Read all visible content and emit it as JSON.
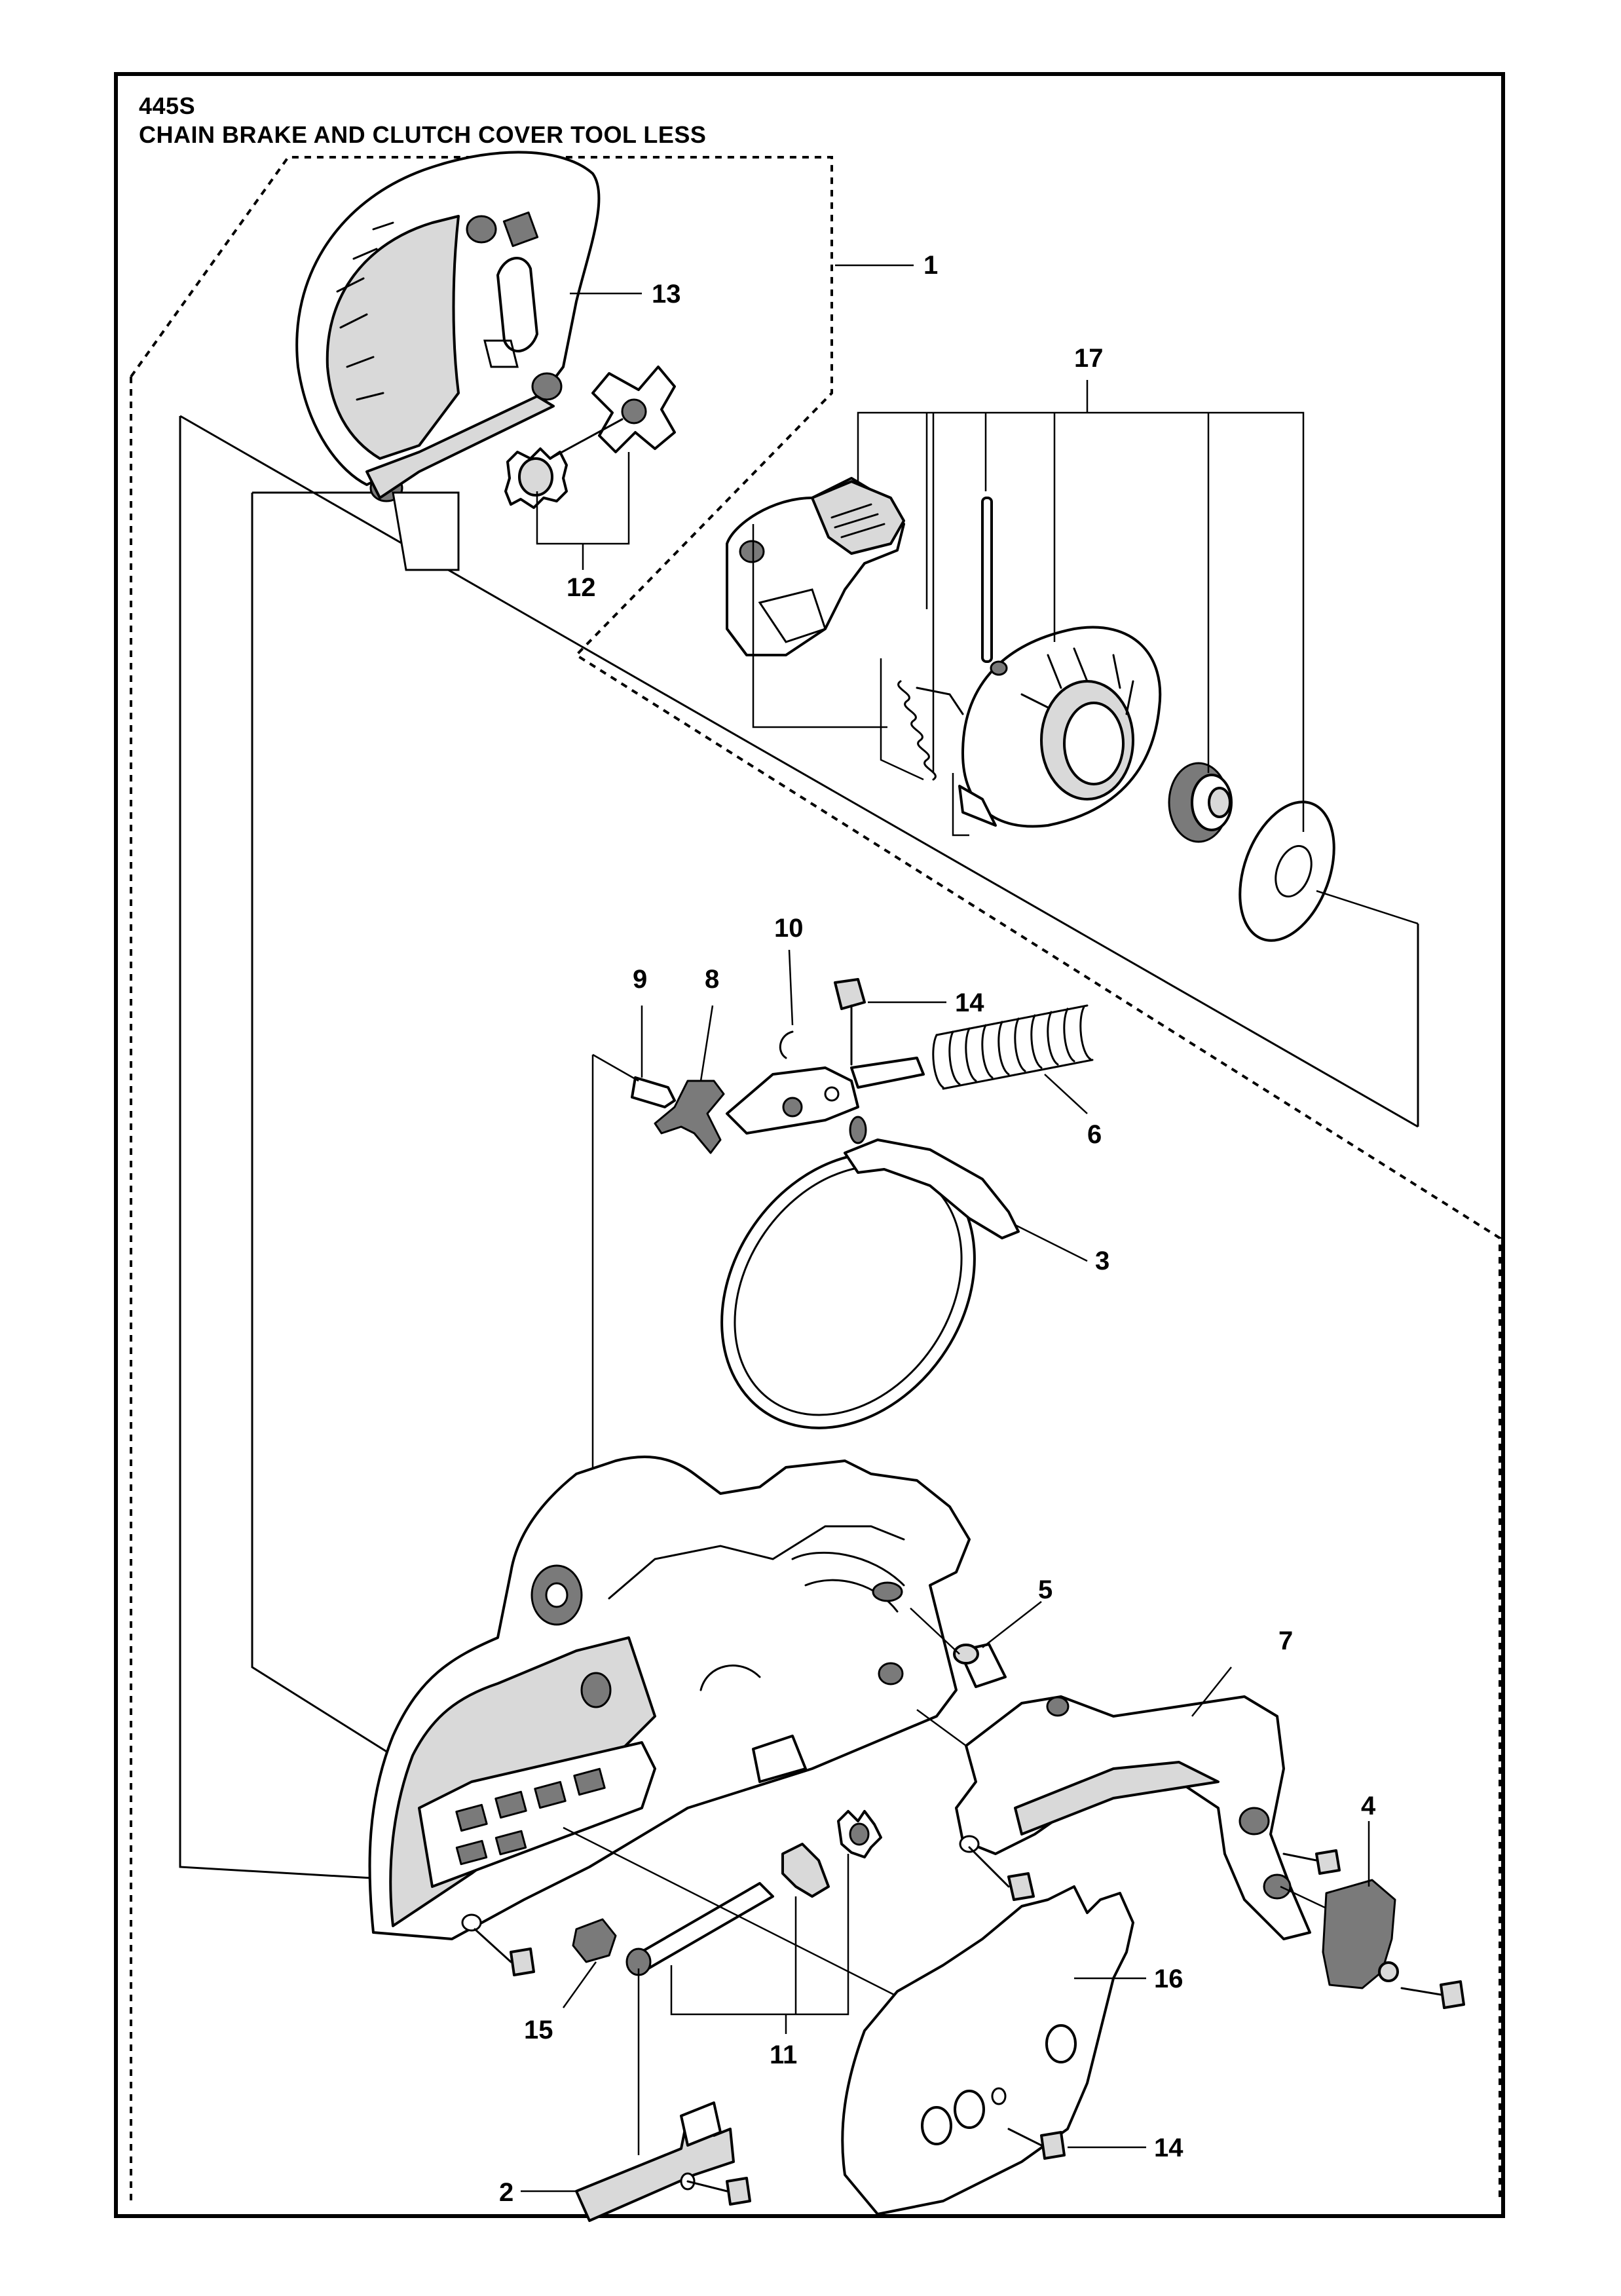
{
  "header": {
    "model": "445S",
    "title": "CHAIN BRAKE AND CLUTCH COVER TOOL LESS"
  },
  "callouts": [
    {
      "id": "c1",
      "label": "1"
    },
    {
      "id": "c13",
      "label": "13"
    },
    {
      "id": "c17",
      "label": "17"
    },
    {
      "id": "c12",
      "label": "12"
    },
    {
      "id": "c10",
      "label": "10"
    },
    {
      "id": "c9",
      "label": "9"
    },
    {
      "id": "c8",
      "label": "8"
    },
    {
      "id": "c14a",
      "label": "14"
    },
    {
      "id": "c6",
      "label": "6"
    },
    {
      "id": "c3",
      "label": "3"
    },
    {
      "id": "c5",
      "label": "5"
    },
    {
      "id": "c7",
      "label": "7"
    },
    {
      "id": "c4",
      "label": "4"
    },
    {
      "id": "c16",
      "label": "16"
    },
    {
      "id": "c15",
      "label": "15"
    },
    {
      "id": "c11",
      "label": "11"
    },
    {
      "id": "c14b",
      "label": "14"
    },
    {
      "id": "c2",
      "label": "2"
    }
  ]
}
